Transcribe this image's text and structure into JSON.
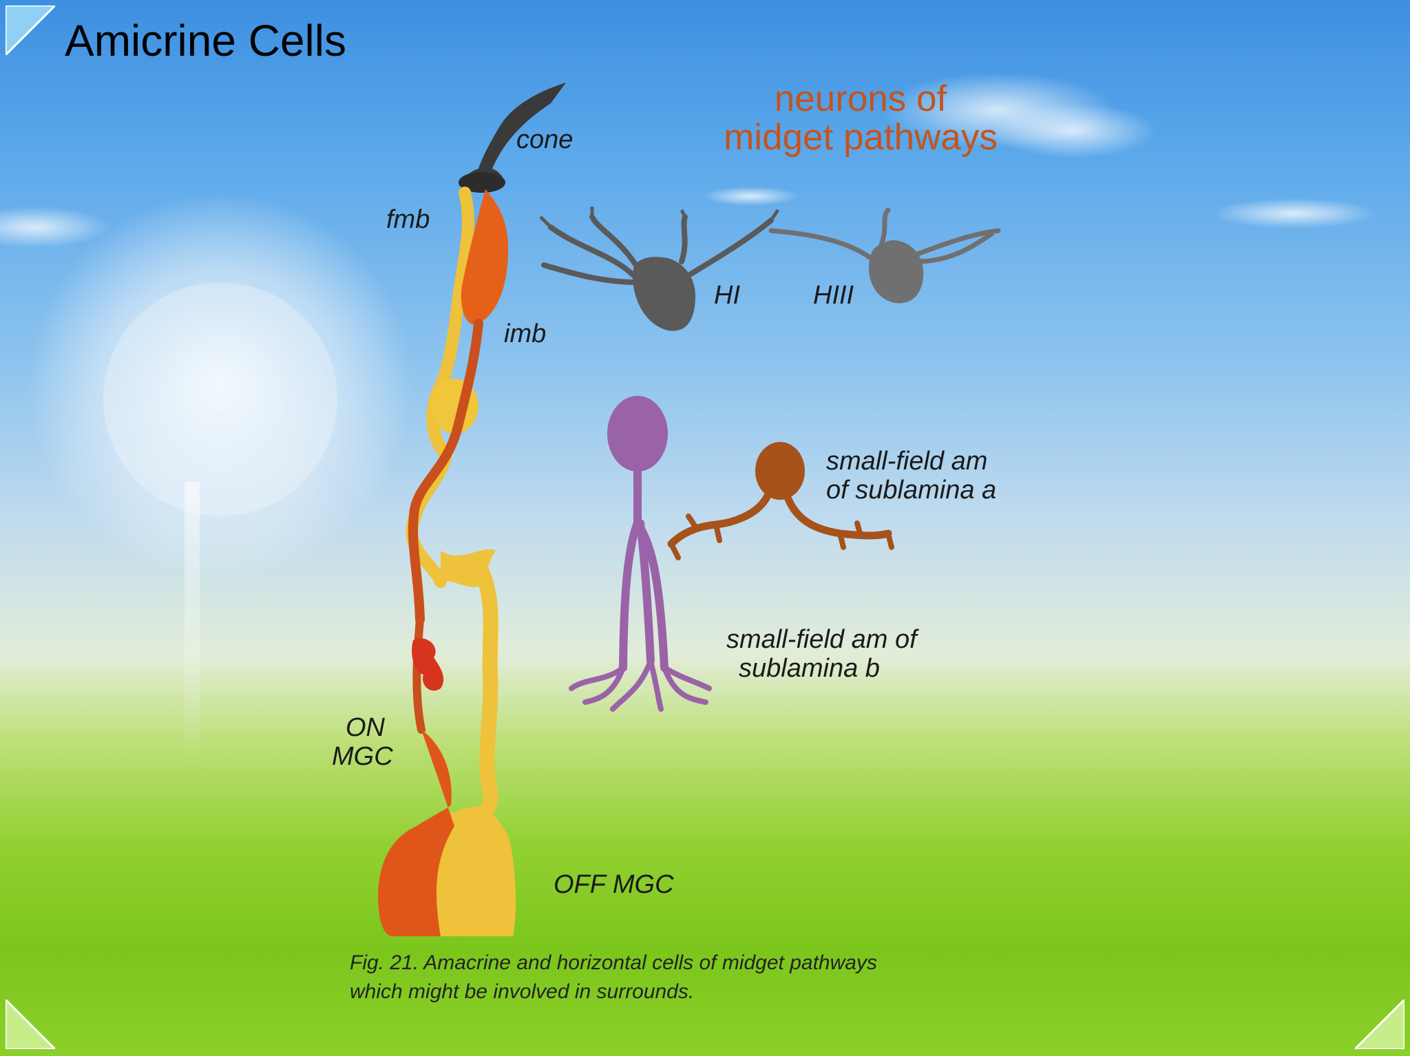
{
  "slide": {
    "title": "Amicrine Cells"
  },
  "diagram": {
    "heading_line1": "neurons of",
    "heading_line2": "midget pathways",
    "labels": {
      "cone": "cone",
      "fmb": "fmb",
      "imb": "imb",
      "hi": "HI",
      "hiii": "HIII",
      "am_a_line1": "small-field am",
      "am_a_line2": "of sublamina a",
      "am_b_line1": "small-field am of",
      "am_b_line2": "sublamina b",
      "on_mgc_line1": "ON",
      "on_mgc_line2": "MGC",
      "off_mgc": "OFF MGC"
    },
    "caption_line1": "Fig. 21. Amacrine and horizontal cells of midget pathways",
    "caption_line2": "which might be involved in surrounds.",
    "colors": {
      "cone": "#3a3a3a",
      "fmb": "#e5611a",
      "imb": "#f0c33a",
      "horizontal": "#5a5a5a",
      "amacrine_a": "#a6521a",
      "amacrine_b": "#9a63a8",
      "on_mgc": "#e0561a",
      "off_mgc": "#eec23a",
      "heading": "#c4541c"
    }
  }
}
